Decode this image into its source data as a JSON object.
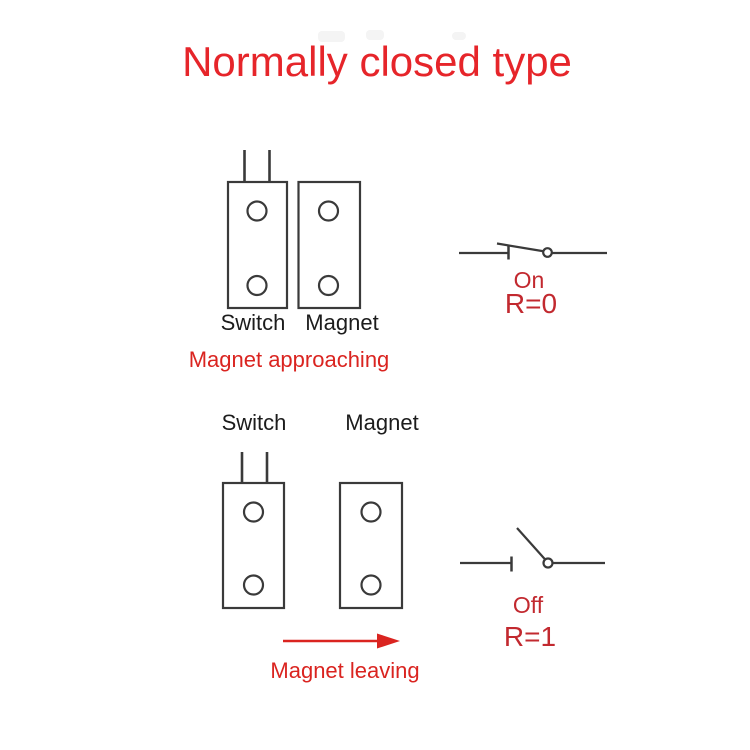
{
  "title": "Normally closed type",
  "colors": {
    "title_red": "#e6252a",
    "caption_red": "#da2420",
    "circuit_red": "#c2292f",
    "line_dark": "#3a3a3a",
    "background": "#ffffff"
  },
  "scene_approaching": {
    "switch_label": "Switch",
    "magnet_label": "Magnet",
    "caption": "Magnet approaching",
    "circuit_state": "On",
    "resistance": "R=0",
    "symbol_icon": "closed-switch-icon"
  },
  "scene_leaving": {
    "switch_label": "Switch",
    "magnet_label": "Magnet",
    "caption": "Magnet leaving",
    "circuit_state": "Off",
    "resistance": "R=1",
    "symbol_icon": "open-switch-icon",
    "arrow_icon": "right-arrow-icon"
  }
}
